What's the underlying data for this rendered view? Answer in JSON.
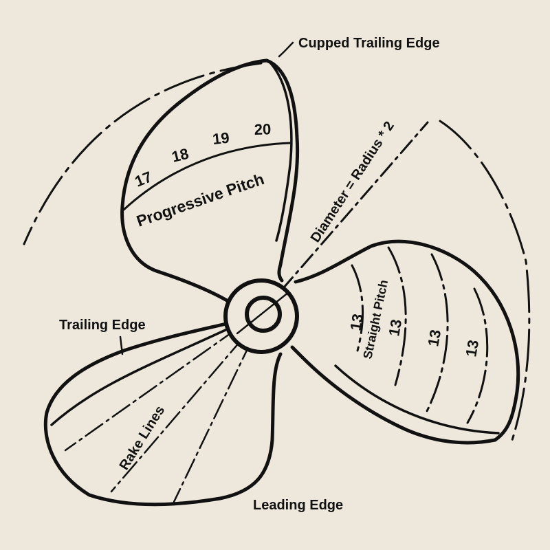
{
  "colors": {
    "background": "#EEE8DC",
    "ink": "#111111"
  },
  "labels": {
    "cupped_trailing_edge": "Cupped Trailing Edge",
    "trailing_edge": "Trailing Edge",
    "leading_edge": "Leading Edge",
    "progressive_pitch": "Progressive Pitch",
    "straight_pitch": "Straight Pitch",
    "diameter": "Diameter = Radius * 2",
    "rake_lines": "Rake Lines"
  },
  "progressive_pitch_values": [
    "17",
    "18",
    "19",
    "20"
  ],
  "straight_pitch_values": [
    "13",
    "13",
    "13",
    "13"
  ]
}
